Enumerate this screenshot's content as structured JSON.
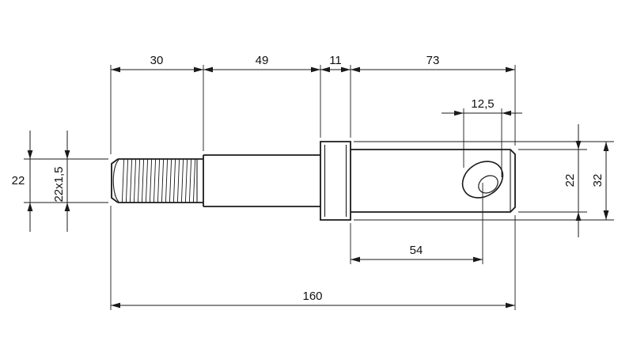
{
  "drawing": {
    "type": "technical-drawing",
    "part": "threaded-pin-with-collar",
    "colors": {
      "line": "#1a1a1a",
      "background": "#ffffff"
    },
    "dimensions": {
      "top_chain": [
        "30",
        "49",
        "11",
        "73"
      ],
      "hole_width": "12,5",
      "left_diameter": "22",
      "thread_spec": "22x1,5",
      "right_diameter": "22",
      "collar_diameter": "32",
      "hole_distance": "54",
      "overall_length": "160"
    }
  }
}
